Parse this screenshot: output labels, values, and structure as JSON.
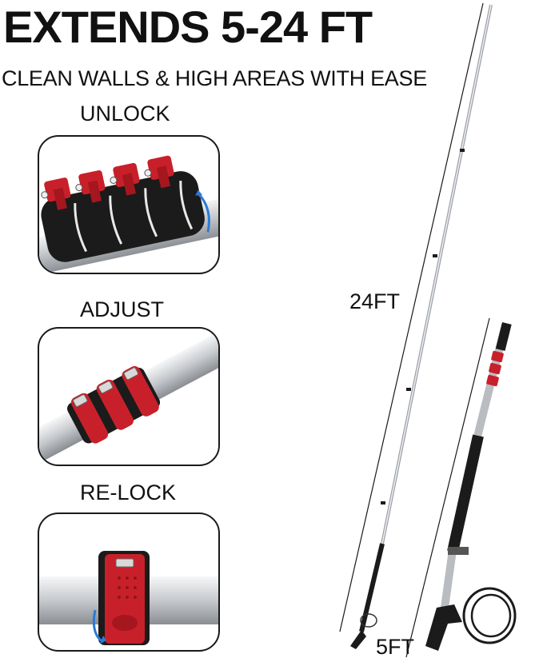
{
  "header": {
    "title": "EXTENDS 5-24 FT",
    "subtitle": "CLEAN WALLS & HIGH AREAS WITH EASE"
  },
  "steps": [
    {
      "label": "UNLOCK"
    },
    {
      "label": "ADJUST"
    },
    {
      "label": "RE-LOCK"
    }
  ],
  "lengths": {
    "extended": "24FT",
    "collapsed": "5FT"
  },
  "colors": {
    "lock_red": "#c8202a",
    "pole_silver": "#c9ccd0",
    "grip_black": "#1b1b1b",
    "arrow_blue": "#2b7bd6"
  }
}
